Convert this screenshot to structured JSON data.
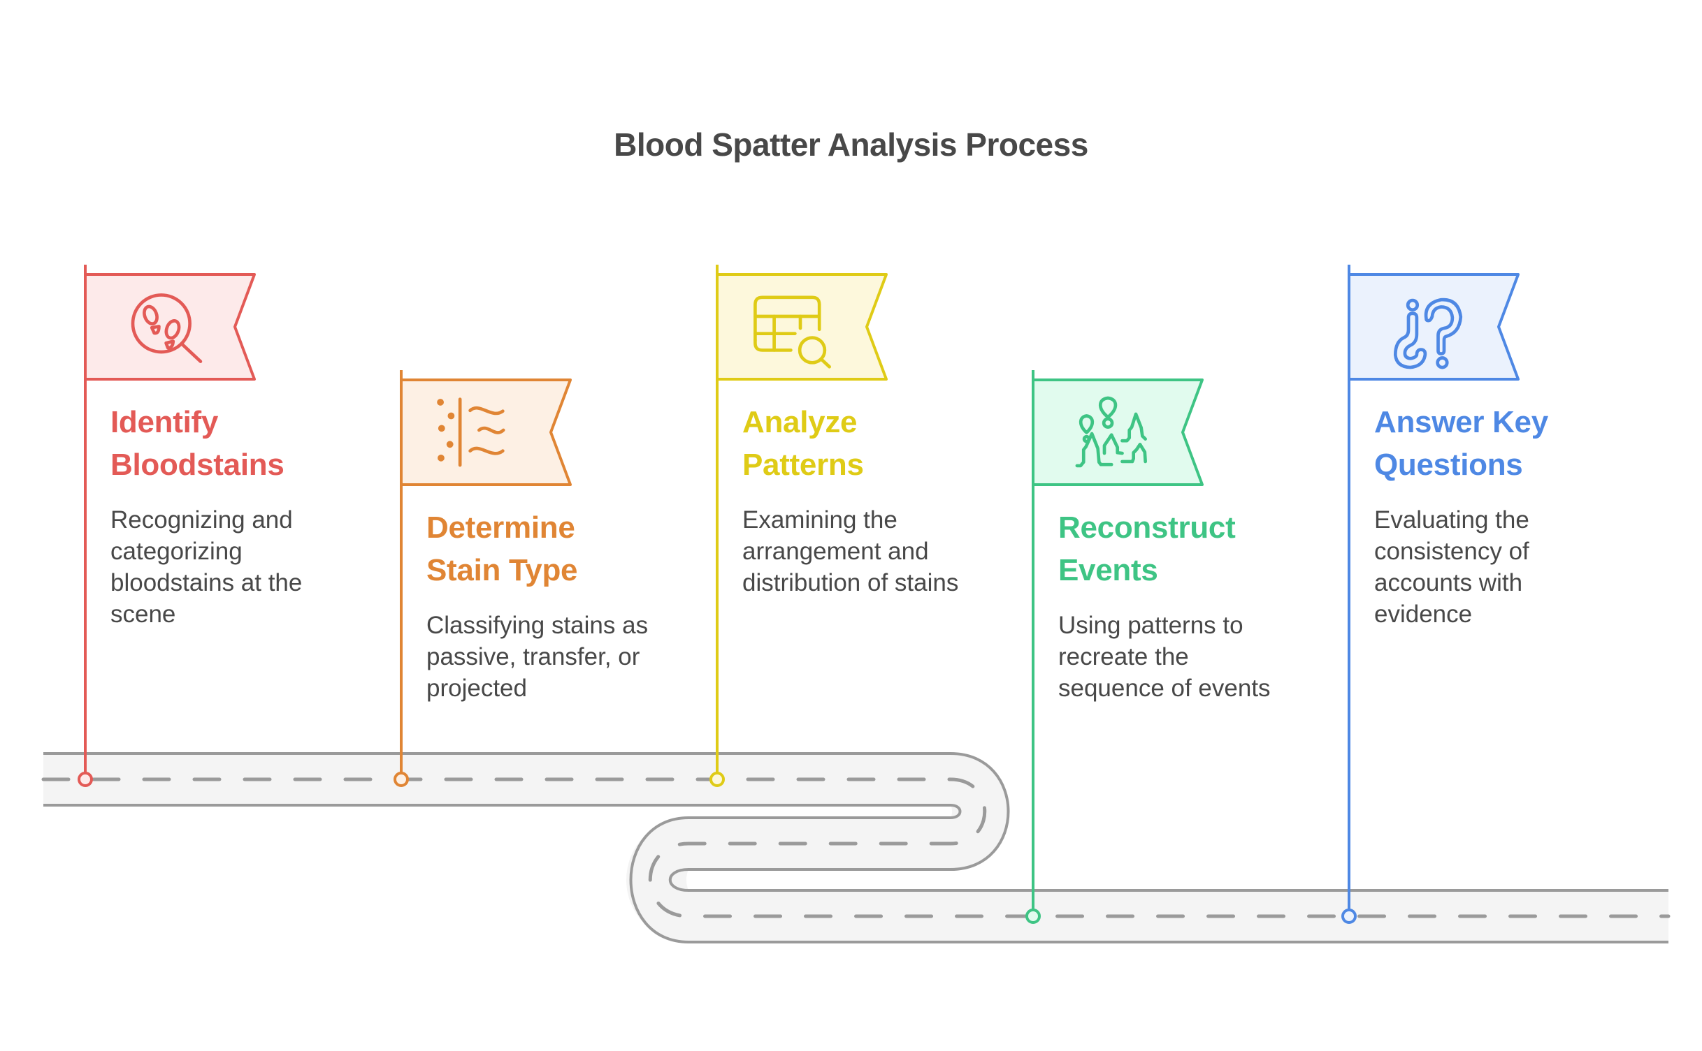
{
  "title": "Blood Spatter Analysis Process",
  "road": {
    "edge_color": "#9a9a9a",
    "fill_color": "#f4f4f4"
  },
  "steps": [
    {
      "title_lines": [
        "Identify",
        "Bloodstains"
      ],
      "description": "Recognizing and categorizing bloodstains at the scene",
      "desc_lines": [
        "Recognizing and",
        "categorizing",
        "bloodstains at the",
        "scene"
      ],
      "icon": "magnifier-footprints-icon",
      "color": "#e35a56",
      "flag_fill": "#fdeaea"
    },
    {
      "title_lines": [
        "Determine",
        "Stain Type"
      ],
      "description": "Classifying stains as passive, transfer, or projected",
      "desc_lines": [
        "Classifying stains as",
        "passive, transfer, or",
        "projected"
      ],
      "icon": "dots-waves-icon",
      "color": "#e08534",
      "flag_fill": "#fdf0e4"
    },
    {
      "title_lines": [
        "Analyze",
        "Patterns"
      ],
      "description": "Examining the arrangement and distribution of stains",
      "desc_lines": [
        "Examining the",
        "arrangement and",
        "distribution of stains"
      ],
      "icon": "table-search-icon",
      "color": "#dfcb16",
      "flag_fill": "#fdf8dc"
    },
    {
      "title_lines": [
        "Reconstruct",
        "Events"
      ],
      "description": "Using patterns to recreate the sequence of events",
      "desc_lines": [
        "Using patterns to",
        "recreate the",
        "sequence of events"
      ],
      "icon": "map-pins-terrain-icon",
      "color": "#3ec484",
      "flag_fill": "#e1fbee"
    },
    {
      "title_lines": [
        "Answer Key",
        "Questions"
      ],
      "description": "Evaluating the consistency of accounts with evidence",
      "desc_lines": [
        "Evaluating the",
        "consistency of",
        "accounts with",
        "evidence"
      ],
      "icon": "question-marks-icon",
      "color": "#4e88e4",
      "flag_fill": "#ebf2fd"
    }
  ]
}
